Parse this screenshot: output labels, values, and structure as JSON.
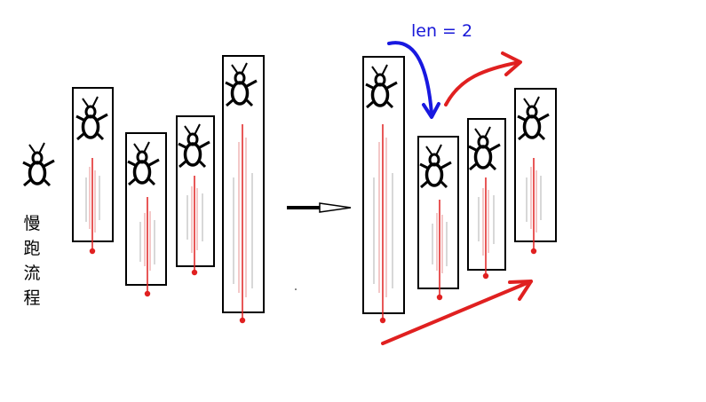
{
  "side_label": [
    "慢",
    "跑",
    "流",
    "程"
  ],
  "len_label": "len = 2",
  "colors": {
    "outline": "#000000",
    "accent_red": "#e02020",
    "len_blue": "#1818e0",
    "pale_red": "#e89090",
    "gray_line": "#b0b0b0"
  }
}
